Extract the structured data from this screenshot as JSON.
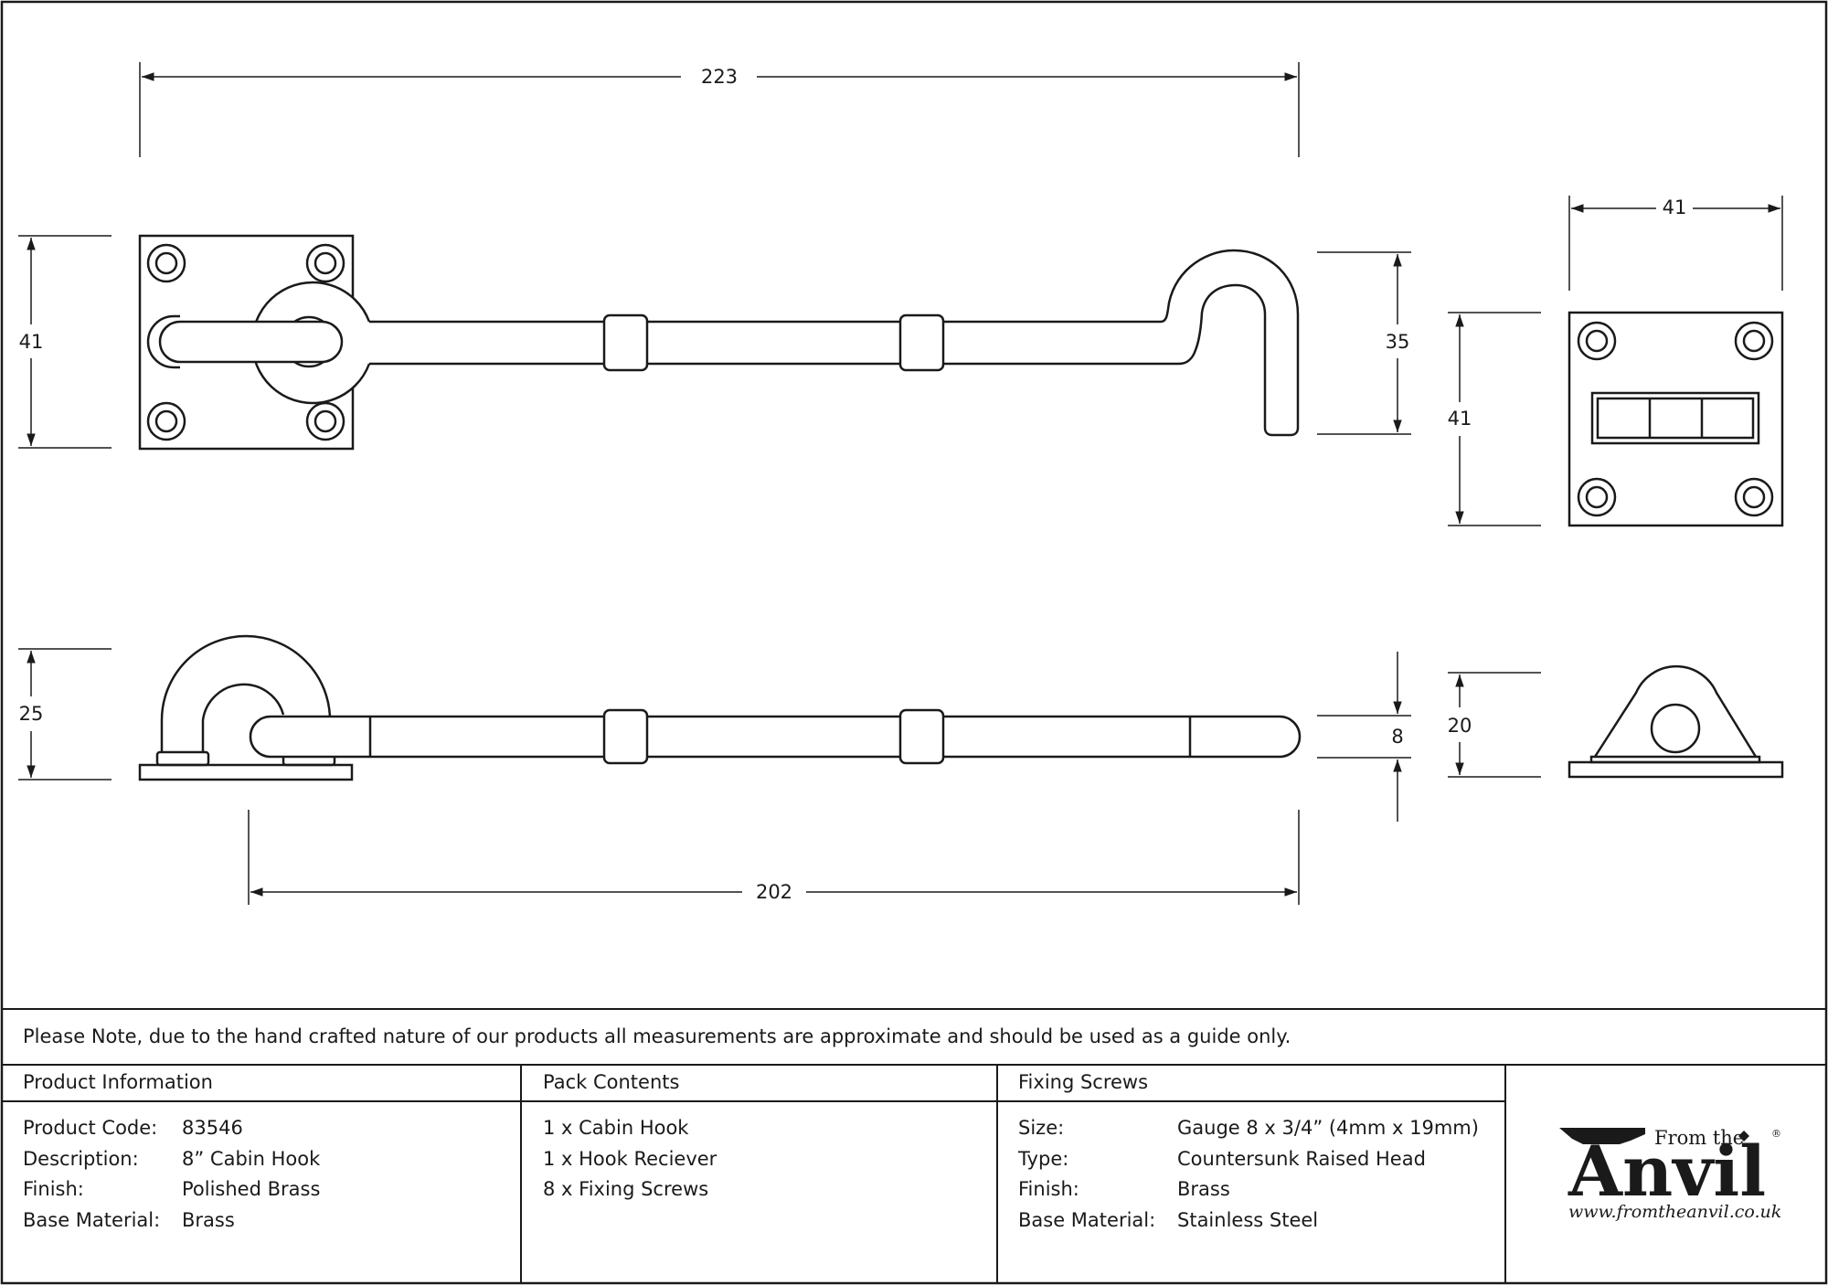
{
  "drawing": {
    "dimensions": {
      "overall_length": "223",
      "plate_height_front": "41",
      "hook_height": "35",
      "receiver_width": "41",
      "receiver_height": "41",
      "side_height": "25",
      "bar_thickness": "8",
      "receiver_side_height": "20",
      "bar_length": "202"
    }
  },
  "note": "Please Note, due to the hand crafted nature of our products all measurements are approximate and should be used as a guide only.",
  "product_info": {
    "header": "Product Information",
    "rows": [
      {
        "label": "Product Code:",
        "value": "83546"
      },
      {
        "label": "Description:",
        "value": "8” Cabin Hook"
      },
      {
        "label": "Finish:",
        "value": "Polished Brass"
      },
      {
        "label": "Base Material:",
        "value": "Brass"
      }
    ]
  },
  "pack_contents": {
    "header": "Pack Contents",
    "items": [
      "1 x Cabin Hook",
      "1 x Hook Reciever",
      "8 x Fixing Screws"
    ]
  },
  "fixing_screws": {
    "header": "Fixing Screws",
    "rows": [
      {
        "label": "Size:",
        "value": "Gauge 8 x 3/4” (4mm x 19mm)"
      },
      {
        "label": "Type:",
        "value": "Countersunk Raised Head"
      },
      {
        "label": "Finish:",
        "value": "Brass"
      },
      {
        "label": "Base Material:",
        "value": "Stainless Steel"
      }
    ]
  },
  "brand": {
    "from_the": "From the",
    "name": "Anvil",
    "registered": "®",
    "url": "www.fromtheanvil.co.uk"
  },
  "colors": {
    "line": "#1a1a1a",
    "background": "#ffffff"
  }
}
